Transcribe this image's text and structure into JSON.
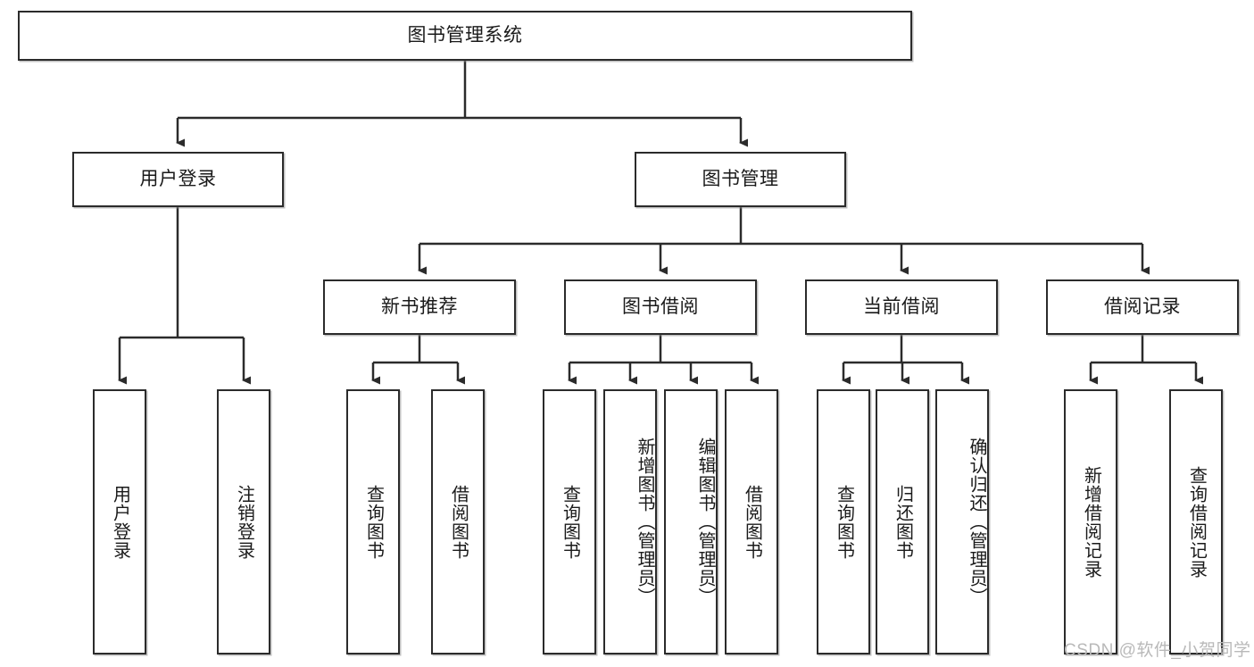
{
  "diagram": {
    "title_node": {
      "label": "图书管理系统"
    },
    "level2": [
      {
        "id": "user-login",
        "label": "用户登录"
      },
      {
        "id": "book-management",
        "label": "图书管理"
      }
    ],
    "level3": [
      {
        "id": "new-book-recommend",
        "label": "新书推荐"
      },
      {
        "id": "book-borrow",
        "label": "图书借阅"
      },
      {
        "id": "current-borrow",
        "label": "当前借阅"
      },
      {
        "id": "borrow-record",
        "label": "借阅记录"
      }
    ],
    "leaves": [
      {
        "id": "leaf-user-login",
        "label": "用户登录",
        "parent": "user-login"
      },
      {
        "id": "leaf-logout-login",
        "label": "注销登录",
        "parent": "user-login"
      },
      {
        "id": "leaf-query-book-1",
        "label": "查询图书",
        "parent": "new-book-recommend"
      },
      {
        "id": "leaf-borrow-book-1",
        "label": "借阅图书",
        "parent": "new-book-recommend"
      },
      {
        "id": "leaf-query-book-2",
        "label": "查询图书",
        "parent": "book-borrow"
      },
      {
        "id": "leaf-add-book",
        "label": "新增图书（管理员）",
        "parent": "book-borrow"
      },
      {
        "id": "leaf-edit-book",
        "label": "编辑图书（管理员）",
        "parent": "book-borrow"
      },
      {
        "id": "leaf-borrow-book-2",
        "label": "借阅图书",
        "parent": "book-borrow"
      },
      {
        "id": "leaf-query-book-3",
        "label": "查询图书",
        "parent": "current-borrow"
      },
      {
        "id": "leaf-return-book",
        "label": "归还图书",
        "parent": "current-borrow"
      },
      {
        "id": "leaf-confirm-return",
        "label": "确认归还（管理员）",
        "parent": "current-borrow"
      },
      {
        "id": "leaf-add-record",
        "label": "新增借阅记录",
        "parent": "borrow-record"
      },
      {
        "id": "leaf-query-record",
        "label": "查询借阅记录",
        "parent": "borrow-record"
      }
    ],
    "watermark": "CSDN @软件_小贺同学",
    "colors": {
      "stroke": "#2b2b2b",
      "fill": "#ffffff",
      "text": "#1a1a1a",
      "watermark": "#b9b9b9"
    }
  }
}
